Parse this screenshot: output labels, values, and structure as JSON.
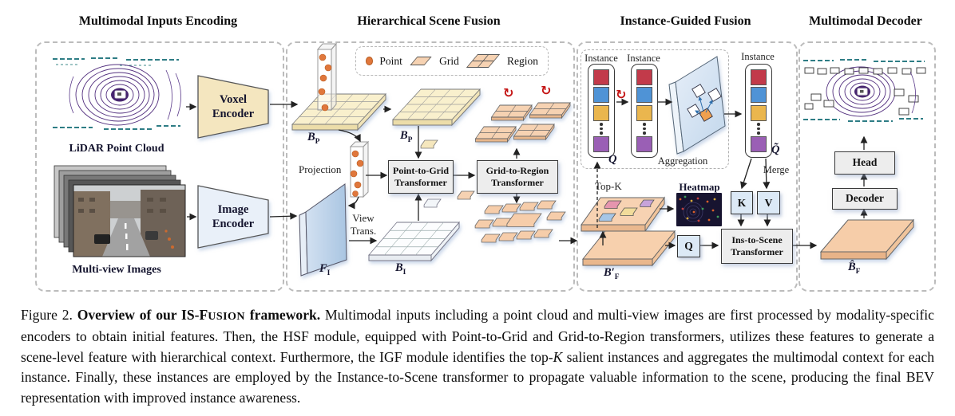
{
  "headers": {
    "encoding": "Multimodal Inputs Encoding",
    "hsf": "Hierarchical Scene Fusion",
    "igf": "Instance-Guided Fusion",
    "decoder": "Multimodal Decoder"
  },
  "encoding": {
    "lidar_caption": "LiDAR Point Cloud",
    "multiview_caption": "Multi-view Images",
    "voxel_l1": "Voxel",
    "voxel_l2": "Encoder",
    "image_l1": "Image",
    "image_l2": "Encoder"
  },
  "legend": {
    "point": "Point",
    "grid": "Grid",
    "region": "Region"
  },
  "hsf": {
    "bp1": "B",
    "bp1_sub": "P",
    "bp2": "B",
    "bp2_sub": "P",
    "fi": "F",
    "fi_sub": "I",
    "bi": "B",
    "bi_sub": "I",
    "projection": "Projection",
    "view_l1": "View",
    "view_l2": "Trans.",
    "p2g_l1": "Point-to-Grid",
    "p2g_l2": "Transformer",
    "g2r_l1": "Grid-to-Region",
    "g2r_l2": "Transformer"
  },
  "igf": {
    "instance1": "Instance",
    "instance2": "Instance",
    "instance3": "Instance",
    "q": "Q",
    "q_tilde": "Q̃",
    "aggregation": "Aggregation",
    "merge": "Merge",
    "k": "K",
    "v": "V",
    "q_box": "Q",
    "topk": "Top-K",
    "heatmap": "Heatmap",
    "bpf": "B′",
    "bpf_sub": "F",
    "i2s_l1": "Ins-to-Scene",
    "i2s_l2": "Transformer"
  },
  "decoder": {
    "head": "Head",
    "decoder": "Decoder",
    "bf": "B̂",
    "bf_sub": "F"
  },
  "icons": {
    "rotate": "↻"
  },
  "colors": {
    "accent_red": "#c41414",
    "instance_red": "#c23a4a",
    "instance_blue": "#4f93d6",
    "instance_yellow": "#eab64e",
    "instance_purple": "#9a5fb5",
    "scene_cream": "#f8efcb",
    "scene_peach": "#f6cfae",
    "feature_blue": "#c9dbee",
    "point_orange": "#e0773c"
  },
  "caption": {
    "figure_label": "Figure 2.",
    "bold_pre": "Overview of our IS-F",
    "bold_sc": "USION",
    "bold_post": " framework.",
    "body1": "Multimodal inputs including a point cloud and multi-view images are first processed by modality-specific encoders to obtain initial features. Then, the HSF module, equipped with Point-to-Grid and Grid-to-Region transformers, utilizes these features to generate a scene-level feature with hierarchical context. Furthermore, the IGF module identifies the top-",
    "k_italic": "K",
    "body2": " salient instances and aggregates the multimodal context for each instance. Finally, these instances are employed by the Instance-to-Scene transformer to propagate valuable information to the scene, producing the final BEV representation with improved instance awareness."
  }
}
